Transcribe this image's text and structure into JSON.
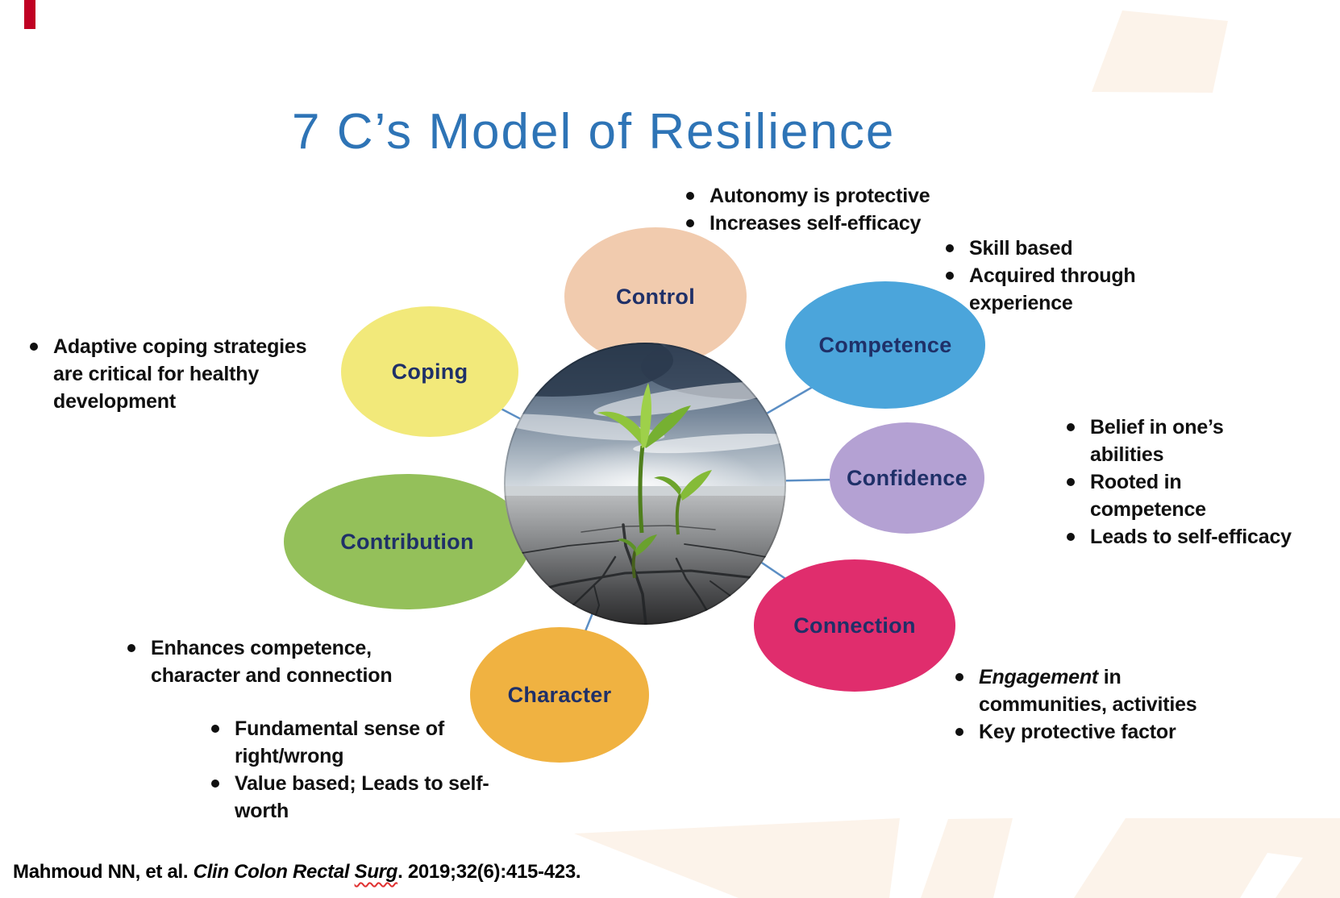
{
  "slide": {
    "title": "7 C’s Model of Resilience"
  },
  "colors": {
    "title": "#2E74B6",
    "label": "#1F3068",
    "connector": "#5B8EC4",
    "bullet_text": "#101010",
    "cream_shape": "#FCF3EA",
    "red_bar": "#C00023"
  },
  "nodes": {
    "control": {
      "label": "Control",
      "fill": "#F1CBAE",
      "bullets": [
        "Autonomy is protective",
        "Increases self-efficacy"
      ]
    },
    "competence": {
      "label": "Competence",
      "fill": "#4BA5DB",
      "bullets": [
        "Skill based",
        "Acquired through\nexperience"
      ]
    },
    "confidence": {
      "label": "Confidence",
      "fill": "#B4A1D3",
      "bullets": [
        "Belief in one’s\nabilities",
        "Rooted in\ncompetence",
        "Leads to self-efficacy"
      ]
    },
    "connection": {
      "label": "Connection",
      "fill": "#E02D6D",
      "bullet1_emphasis": "Engagement",
      "bullet1_rest": " in\ncommunities, activities",
      "bullet2": "Key protective factor"
    },
    "character": {
      "label": "Character",
      "fill": "#F0B241",
      "bullets": [
        "Fundamental sense of\nright/wrong",
        "Value based; Leads to self-\nworth"
      ]
    },
    "contribution": {
      "label": "Contribution",
      "fill": "#94C05A",
      "bullets": [
        "Enhances competence,\ncharacter and connection"
      ]
    },
    "coping": {
      "label": "Coping",
      "fill": "#F2E97A",
      "bullets": [
        "Adaptive coping strategies\nare critical for healthy\ndevelopment"
      ]
    }
  },
  "citation": {
    "authors": "Mahmoud NN, et al. ",
    "journal": "Clin Colon Rectal ",
    "journal_flagged_word": "Surg",
    "rest": ". 2019;32(6):415-423."
  }
}
